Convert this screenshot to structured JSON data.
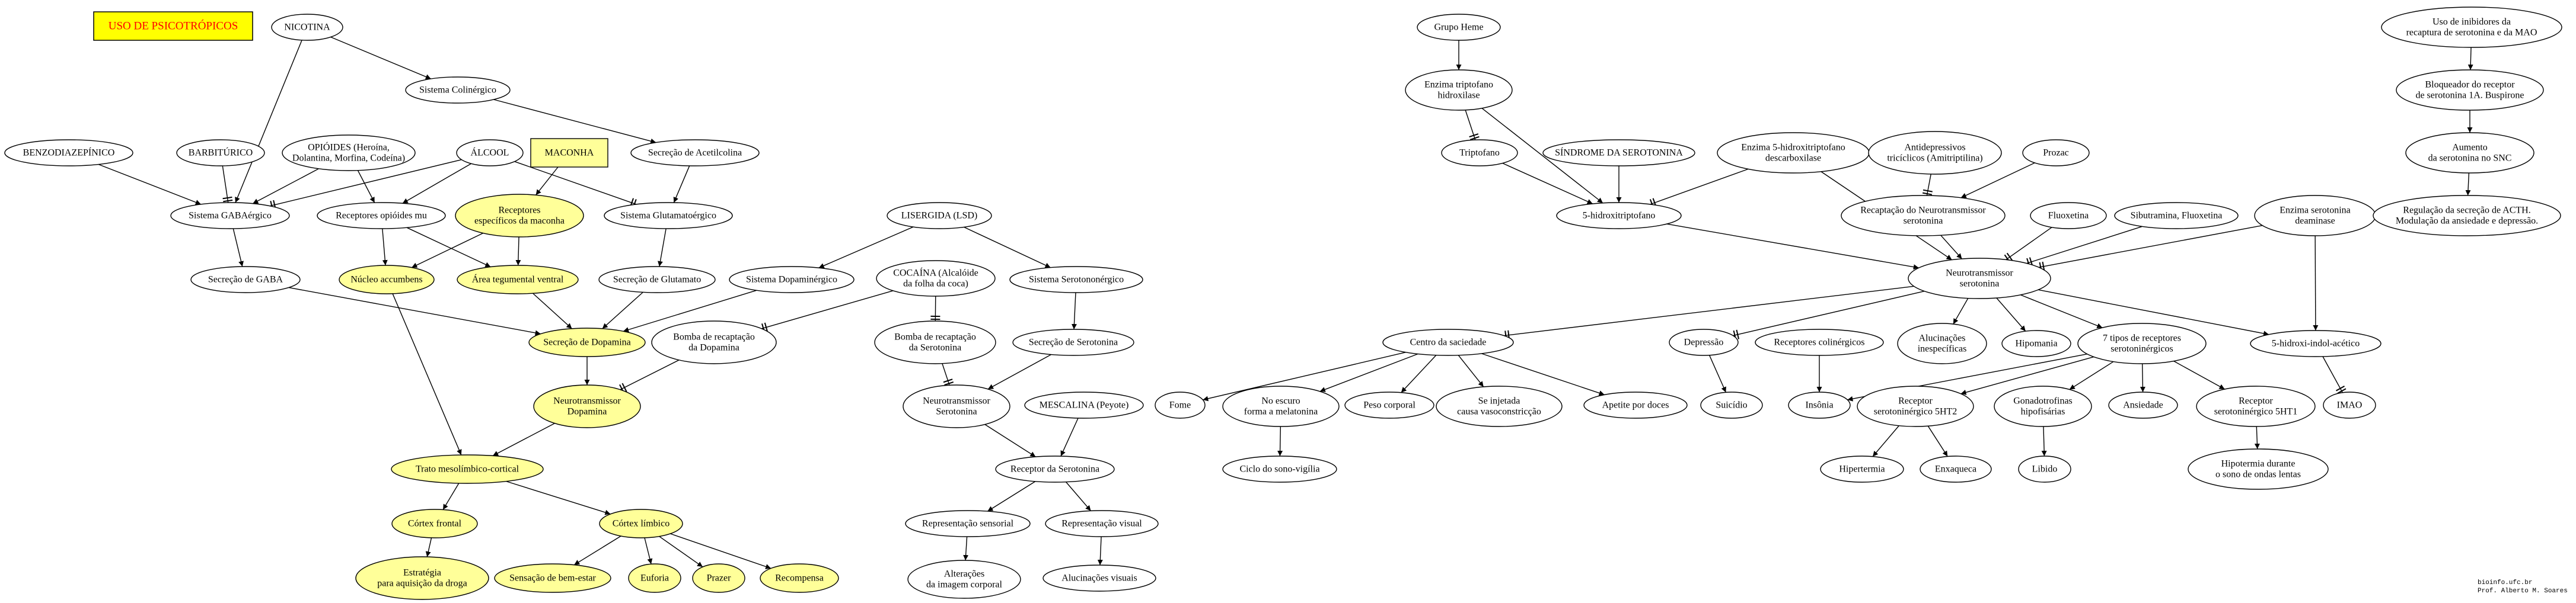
{
  "title": "USO DE PSICOTRÓPICOS",
  "colors": {
    "highlight_fill": "#ffff99",
    "title_fill": "#ffff00",
    "title_text": "#ff0000",
    "edge": "#000000"
  },
  "credits": {
    "line1": "bioinfo.ufc.br",
    "line2": "Prof. Alberto M. Soares"
  },
  "nodes": {
    "maconha": {
      "lines": [
        "MACONHA"
      ]
    },
    "nicotina": {
      "lines": [
        "NICOTINA"
      ]
    },
    "sis_colinergico": {
      "lines": [
        "Sistema Colinérgico"
      ]
    },
    "benzo": {
      "lines": [
        "BENZODIAZEPÍNICO"
      ]
    },
    "barbiturico": {
      "lines": [
        "BARBITÚRICO"
      ]
    },
    "opioides": {
      "lines": [
        "OPIÓIDES (Heroína,",
        "Dolantina, Morfina, Codeína)"
      ]
    },
    "alcool": {
      "lines": [
        "ÁLCOOL"
      ]
    },
    "secrecao_acetil": {
      "lines": [
        "Secreção de Acetilcolina"
      ]
    },
    "sis_gaba": {
      "lines": [
        "Sistema GABAérgico"
      ]
    },
    "rec_opioides": {
      "lines": [
        "Receptores opióides mu"
      ]
    },
    "rec_maconha": {
      "lines": [
        "Receptores",
        "específicos da maconha"
      ]
    },
    "sis_glutamato": {
      "lines": [
        "Sistema Glutamatoérgico"
      ]
    },
    "secrecao_gaba": {
      "lines": [
        "Secreção de GABA"
      ]
    },
    "nucleo": {
      "lines": [
        "Núcleo accumbens"
      ]
    },
    "area_teg": {
      "lines": [
        "Área tegumental ventral"
      ]
    },
    "secrecao_glut": {
      "lines": [
        "Secreção de Glutamato"
      ]
    },
    "lsd": {
      "lines": [
        "LISERGIDA (LSD)"
      ]
    },
    "sis_dopa": {
      "lines": [
        "Sistema Dopaminérgico"
      ]
    },
    "cocaina": {
      "lines": [
        "COCAÍNA (Alcalóide",
        "da folha da coca)"
      ]
    },
    "sis_sero": {
      "lines": [
        "Sistema Serotononérgico"
      ]
    },
    "secrecao_dopa": {
      "lines": [
        "Secreção de Dopamina"
      ]
    },
    "bomba_dopa": {
      "lines": [
        "Bomba de recaptação",
        "da Dopamina"
      ]
    },
    "bomba_sero": {
      "lines": [
        "Bomba de recaptação",
        "da Serotonina"
      ]
    },
    "secrecao_sero": {
      "lines": [
        "Secreção de Serotonina"
      ]
    },
    "neuro_dopa": {
      "lines": [
        "Neurotransmissor",
        "Dopamina"
      ]
    },
    "neuro_sero_l": {
      "lines": [
        "Neurotransmissor",
        "Serotonina"
      ]
    },
    "mescalina": {
      "lines": [
        "MESCALINA (Peyote)"
      ]
    },
    "trato": {
      "lines": [
        "Trato mesolímbico-cortical"
      ]
    },
    "rec_sero": {
      "lines": [
        "Receptor da Serotonina"
      ]
    },
    "cortex_frontal": {
      "lines": [
        "Córtex frontal"
      ]
    },
    "cortex_limbico": {
      "lines": [
        "Córtex límbico"
      ]
    },
    "rep_sensorial": {
      "lines": [
        "Representação sensorial"
      ]
    },
    "rep_visual": {
      "lines": [
        "Representação visual"
      ]
    },
    "estrategia": {
      "lines": [
        "Estratégia",
        "para aquisição da droga"
      ]
    },
    "bem_estar": {
      "lines": [
        "Sensação de bem-estar"
      ]
    },
    "euforia": {
      "lines": [
        "Euforia"
      ]
    },
    "prazer": {
      "lines": [
        "Prazer"
      ]
    },
    "recompensa": {
      "lines": [
        "Recompensa"
      ]
    },
    "alteracoes": {
      "lines": [
        "Alterações",
        "da imagem corporal"
      ]
    },
    "alucinacoes_visuais": {
      "lines": [
        "Alucinações visuais"
      ]
    },
    "grupo_heme": {
      "lines": [
        "Grupo Heme"
      ]
    },
    "enz_trip": {
      "lines": [
        "Enzima triptofano",
        "hidroxilase"
      ]
    },
    "triptofano": {
      "lines": [
        "Triptofano"
      ]
    },
    "sindrome": {
      "lines": [
        "SÍNDROME DA SEROTONINA"
      ]
    },
    "enz_5htp": {
      "lines": [
        "Enzima 5-hidroxitriptofano",
        "descarboxilase"
      ]
    },
    "antidep": {
      "lines": [
        "Antidepressivos",
        "tricíclicos (Amitriptilina)"
      ]
    },
    "prozac": {
      "lines": [
        "Prozac"
      ]
    },
    "htp": {
      "lines": [
        "5-hidroxitriptofano"
      ]
    },
    "recaptacao": {
      "lines": [
        "Recaptação do Neurotransmissor",
        "serotonina"
      ]
    },
    "fluoxetina": {
      "lines": [
        "Fluoxetina"
      ]
    },
    "sibutramina": {
      "lines": [
        "Sibutramina, Fluoxetina"
      ]
    },
    "enz_deaminase": {
      "lines": [
        "Enzima serotonina",
        "deaminase"
      ]
    },
    "neuro_sero_r": {
      "lines": [
        "Neurotransmissor",
        "serotonina"
      ]
    },
    "centro_saciedade": {
      "lines": [
        "Centro da saciedade"
      ]
    },
    "depressao": {
      "lines": [
        "Depressão"
      ]
    },
    "rec_colinergicos": {
      "lines": [
        "Receptores colinérgicos"
      ]
    },
    "alucinacoes_inesp": {
      "lines": [
        "Alucinações",
        "inespecíficas"
      ]
    },
    "hipomania": {
      "lines": [
        "Hipomania"
      ]
    },
    "tipos_receptores": {
      "lines": [
        "7 tipos de receptores",
        "serotoninérgicos"
      ]
    },
    "hiaa": {
      "lines": [
        "5-hidroxi-indol-acético"
      ]
    },
    "fome": {
      "lines": [
        "Fome"
      ]
    },
    "escuro": {
      "lines": [
        "No escuro",
        "forma a melatonina"
      ]
    },
    "peso": {
      "lines": [
        "Peso corporal"
      ]
    },
    "vasoconstricao": {
      "lines": [
        "Se injetada",
        "causa vasoconstricção"
      ]
    },
    "apetite": {
      "lines": [
        "Apetite por doces"
      ]
    },
    "suicidio": {
      "lines": [
        "Suicídio"
      ]
    },
    "insonia": {
      "lines": [
        "Insônia"
      ]
    },
    "ht2": {
      "lines": [
        "Receptor",
        "serotoninérgico 5HT2"
      ]
    },
    "gonado": {
      "lines": [
        "Gonadotrofinas",
        "hipofisárias"
      ]
    },
    "ansiedade": {
      "lines": [
        "Ansiedade"
      ]
    },
    "ht1": {
      "lines": [
        "Receptor",
        "serotoninérgico 5HT1"
      ]
    },
    "imao": {
      "lines": [
        "IMAO"
      ]
    },
    "ciclo": {
      "lines": [
        "Ciclo do sono-vigília"
      ]
    },
    "hipertermia": {
      "lines": [
        "Hipertermia"
      ]
    },
    "enxaqueca": {
      "lines": [
        "Enxaqueca"
      ]
    },
    "libido": {
      "lines": [
        "Libido"
      ]
    },
    "hipotermia": {
      "lines": [
        "Hipotermia durante",
        "o sono de ondas lentas"
      ]
    },
    "inibidores": {
      "lines": [
        "Uso de inibidores da",
        "recaptura de serotonina e da MAO"
      ]
    },
    "bloqueador": {
      "lines": [
        "Bloqueador do receptor",
        "de serotonina 1A. Buspirone"
      ]
    },
    "aumento": {
      "lines": [
        "Aumento",
        "da serotonina no SNC"
      ]
    },
    "regulacao": {
      "lines": [
        "Regulação da secreção de ACTH.",
        "Modulação da ansiedade e depressão."
      ]
    }
  }
}
